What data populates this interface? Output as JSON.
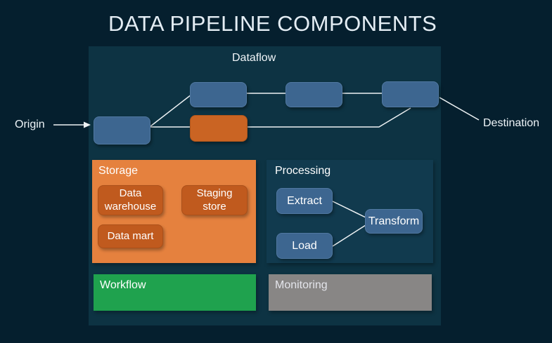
{
  "title": "DATA PIPELINE COMPONENTS",
  "dataflow": {
    "label": "Dataflow",
    "origin_label": "Origin",
    "destination_label": "Destination"
  },
  "storage": {
    "label": "Storage",
    "items": [
      "Data warehouse",
      "Staging store",
      "Data mart"
    ]
  },
  "processing": {
    "label": "Processing",
    "items": [
      "Extract",
      "Load",
      "Transform"
    ]
  },
  "workflow": {
    "label": "Workflow"
  },
  "monitoring": {
    "label": "Monitoring"
  },
  "colors": {
    "background": "#051f2e",
    "dataflow_panel": "#0d3343",
    "node_blue": "#3d6690",
    "node_orange": "#ca6423",
    "storage_panel": "#e5813e",
    "storage_item": "#c05a1e",
    "processing_panel": "#113a4e",
    "workflow_green": "#1fa24e",
    "monitoring_gray": "#888685",
    "connector_line": "#eef2f4",
    "title_text": "#e4edf4"
  }
}
